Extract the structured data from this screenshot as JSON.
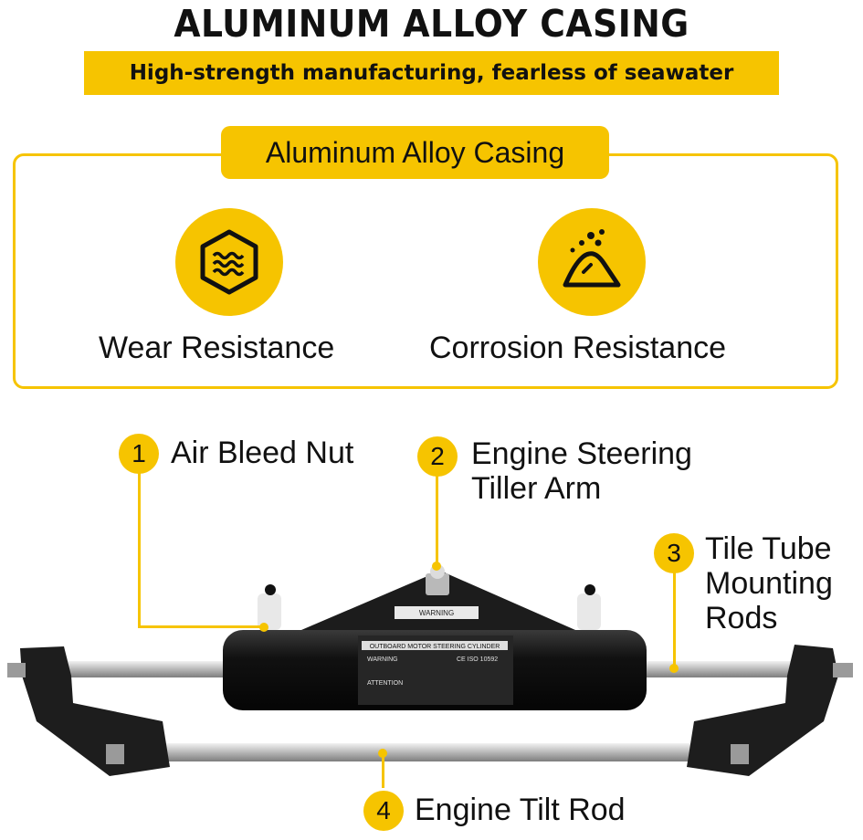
{
  "header": {
    "title": "ALUMINUM ALLOY CASING",
    "subtitle": "High-strength manufacturing, fearless of seawater"
  },
  "feature_box": {
    "label": "Aluminum Alloy Casing",
    "features": [
      {
        "label": "Wear Resistance",
        "icon": "wear-resistance-icon"
      },
      {
        "label": "Corrosion Resistance",
        "icon": "corrosion-resistance-icon"
      }
    ]
  },
  "callouts": [
    {
      "number": "1",
      "lines": [
        "Air Bleed Nut"
      ]
    },
    {
      "number": "2",
      "lines": [
        "Engine Steering",
        "Tiller Arm"
      ]
    },
    {
      "number": "3",
      "lines": [
        "Tile Tube",
        "Mounting",
        "Rods"
      ]
    },
    {
      "number": "4",
      "lines": [
        "Engine Tilt Rod"
      ]
    }
  ],
  "product_label": {
    "line1": "OUTBOARD MOTOR STEERING CYLINDER",
    "warning": "WARNING",
    "attention": "ATTENTION",
    "plate_warning": "WARNING",
    "ce_iso": "CE  ISO  10592"
  },
  "colors": {
    "accent": "#f6c400",
    "text": "#111111",
    "cylinder": "#1a1a1a",
    "rod": "#c9c9c9"
  }
}
